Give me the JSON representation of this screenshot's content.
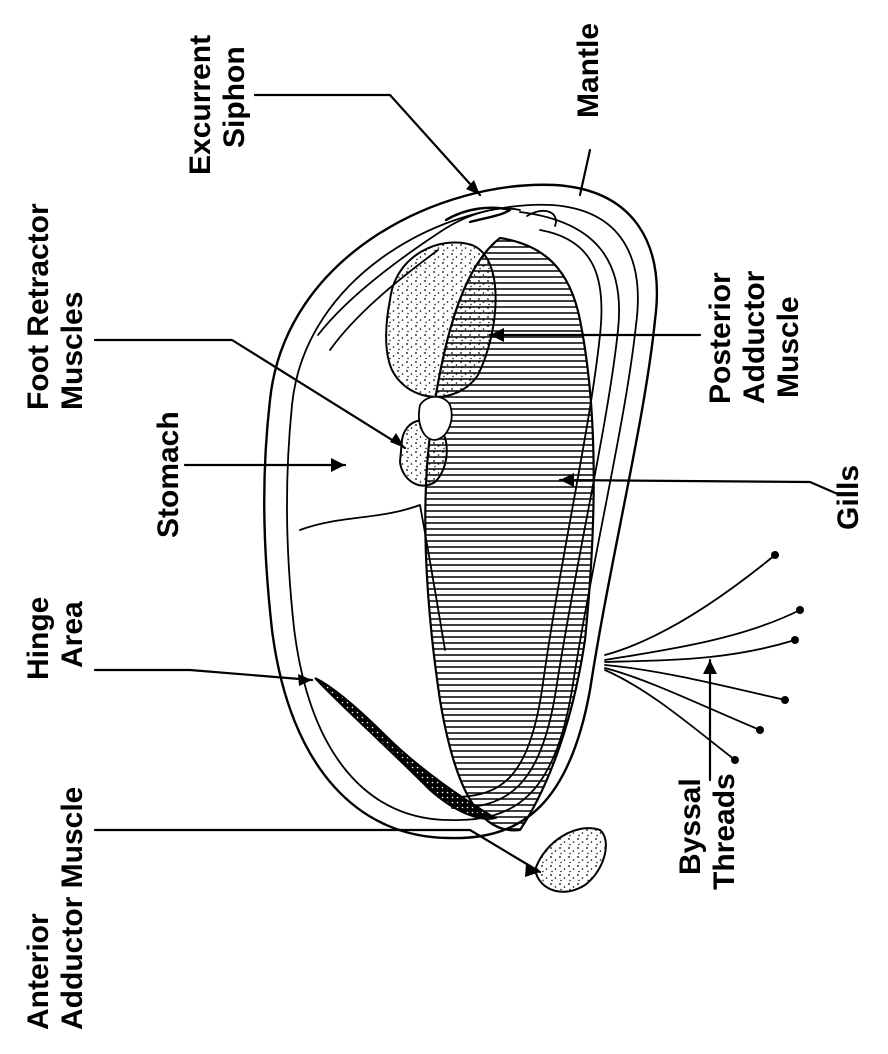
{
  "diagram": {
    "labels": {
      "foot_retractor_1": "Foot Retractor",
      "foot_retractor_2": "Muscles",
      "excurrent_1": "Excurrent",
      "excurrent_2": "Siphon",
      "mantle": "Mantle",
      "hinge_1": "Hinge",
      "hinge_2": "Area",
      "stomach": "Stomach",
      "posterior_1": "Posterior",
      "posterior_2": "Adductor",
      "posterior_3": "Muscle",
      "gills": "Gills",
      "anterior_1": "Anterior",
      "anterior_2": "Adductor Muscle",
      "byssal_1": "Byssal",
      "byssal_2": "Threads"
    }
  }
}
